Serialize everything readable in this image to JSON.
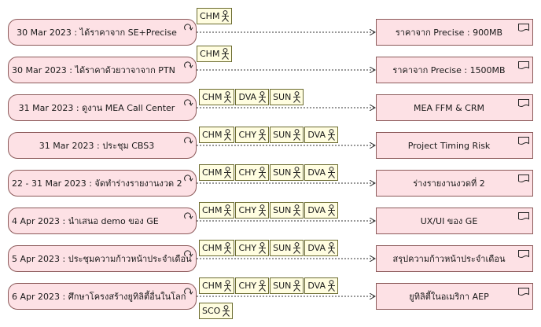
{
  "rows": [
    {
      "event": "30 Mar 2023 : ได้ราคาจาก SE+Precise",
      "output": "ราคาจาก Precise : 900MB",
      "actors": [
        "CHM"
      ],
      "actors2": []
    },
    {
      "event": "30 Mar 2023 : ได้ราคาด้วยวาจาจาก PTN",
      "output": "ราคาจาก Precise : 1500MB",
      "actors": [
        "CHM"
      ],
      "actors2": []
    },
    {
      "event": "31 Mar 2023 : ดูงาน MEA Call Center",
      "output": "MEA FFM & CRM",
      "actors": [
        "CHM",
        "DVA",
        "SUN"
      ],
      "actors2": []
    },
    {
      "event": "31 Mar 2023 : ประชุม CBS3",
      "output": "Project Timing Risk",
      "actors": [
        "CHM",
        "CHY",
        "SUN",
        "DVA"
      ],
      "actors2": []
    },
    {
      "event": "22 - 31 Mar 2023 : จัดทำร่างรายงานงวด 2",
      "output": "ร่างรายงานงวดที่ 2",
      "actors": [
        "CHM",
        "CHY",
        "SUN",
        "DVA"
      ],
      "actors2": []
    },
    {
      "event": "4 Apr 2023 : นำเสนอ demo ของ GE",
      "output": "UX/UI ของ GE",
      "actors": [
        "CHM",
        "CHY",
        "SUN",
        "DVA"
      ],
      "actors2": []
    },
    {
      "event": "5 Apr 2023 : ประชุมความก้าวหน้าประจำเดือน",
      "output": "สรุปความก้าวหน้าประจำเดือน",
      "actors": [
        "CHM",
        "CHY",
        "SUN",
        "DVA"
      ],
      "actors2": []
    },
    {
      "event": "6 Apr 2023 : ศึกษาโครงสร้างยูทิลิตี้อื่นในโลก",
      "output": "ยูทิลิตี้ในอเมริกา AEP",
      "actors": [
        "CHM",
        "CHY",
        "SUN",
        "DVA"
      ],
      "actors2": [
        "SCO"
      ]
    }
  ]
}
